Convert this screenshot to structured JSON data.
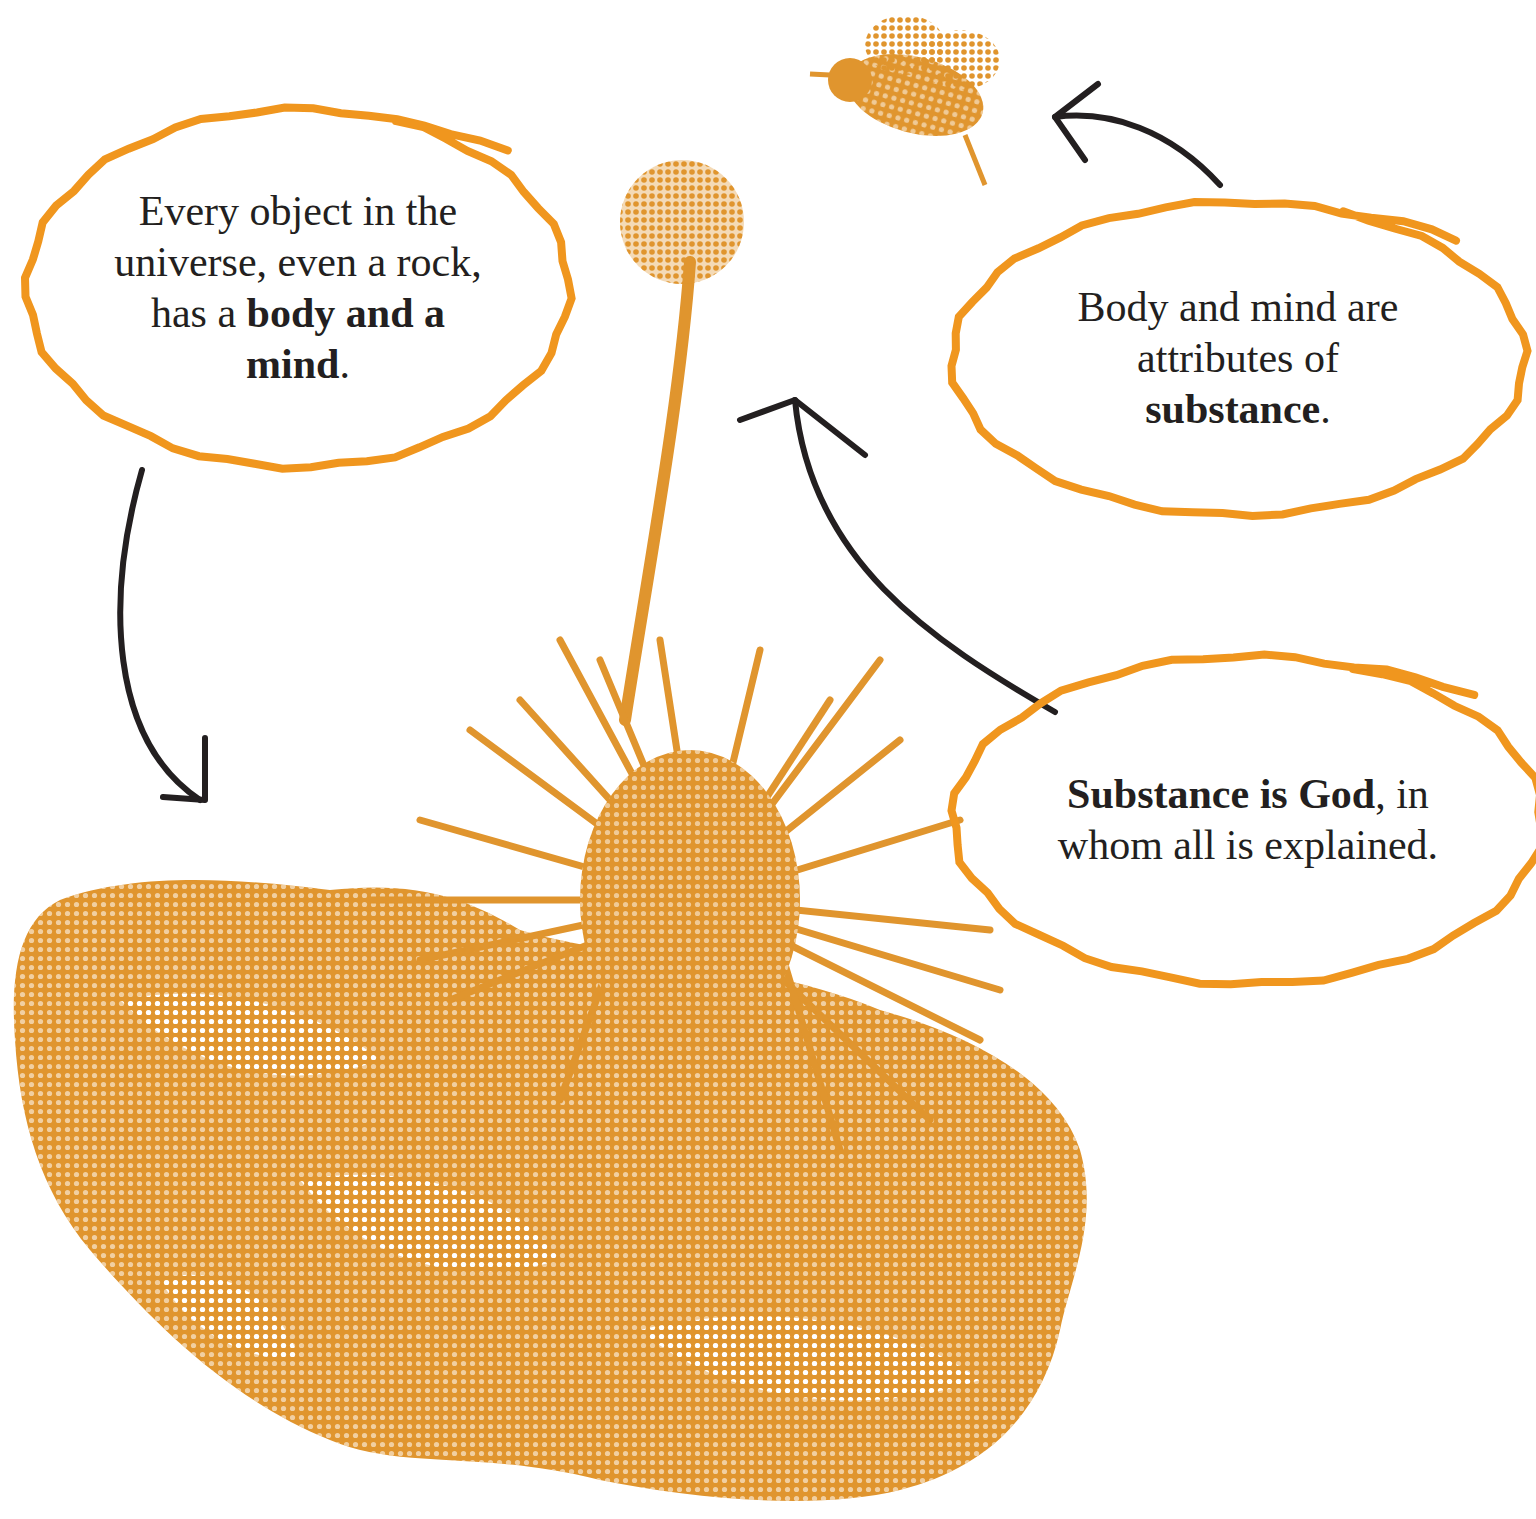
{
  "diagram": {
    "nodes": [
      {
        "text": [
          "Every object in the universe, even a rock, has a body and a mind."
        ]
      },
      {
        "text": [
          "Body and mind are attributes of substance."
        ]
      },
      {
        "text": [
          "Substance is God, in whom all is explained."
        ]
      }
    ]
  }
}
